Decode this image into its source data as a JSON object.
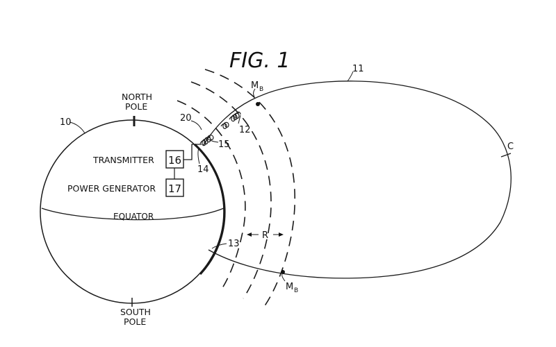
{
  "figure": {
    "title": "FIG. 1"
  },
  "labels": {
    "north_pole_line1": "NORTH",
    "north_pole_line2": "POLE",
    "south_pole_line1": "SOUTH",
    "south_pole_line2": "POLE",
    "equator": "EQUATOR",
    "transmitter": "TRANSMITTER",
    "power_generator": "POWER GENERATOR",
    "mirror_point_main": "M",
    "mirror_point_sub": "B",
    "c_mark": "C",
    "r_mark": "R"
  },
  "reference_numerals": {
    "earth": "10",
    "field_line": "11",
    "helix_path": "12",
    "foot_point": "13",
    "antenna": "14",
    "wave_packet": "15",
    "transmitter_box": "16",
    "power_box": "17",
    "wavefront": "20"
  }
}
